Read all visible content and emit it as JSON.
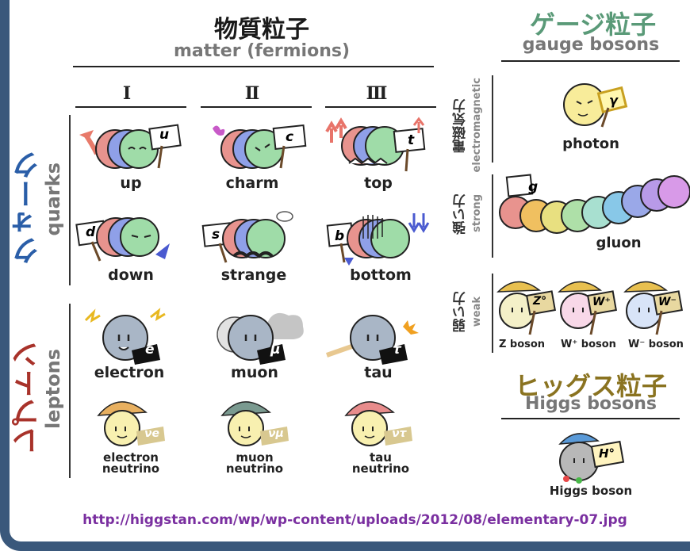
{
  "matter": {
    "title_jp": "物質粒子",
    "title_en": "matter (fermions)"
  },
  "gauge": {
    "title_jp": "ゲージ粒子",
    "title_en": "gauge bosons"
  },
  "higgs": {
    "title_jp": "ヒッグス粒子",
    "title_en": "Higgs bosons",
    "particle": "Higgs boson",
    "symbol": "H°"
  },
  "generations": [
    "Ⅰ",
    "Ⅱ",
    "Ⅲ"
  ],
  "quarks": {
    "label_jp": "クォーク",
    "label_en": "quarks",
    "items": [
      {
        "name": "up",
        "symbol": "u"
      },
      {
        "name": "charm",
        "symbol": "c"
      },
      {
        "name": "top",
        "symbol": "t"
      },
      {
        "name": "down",
        "symbol": "d"
      },
      {
        "name": "strange",
        "symbol": "s"
      },
      {
        "name": "bottom",
        "symbol": "b"
      }
    ]
  },
  "leptons": {
    "label_jp": "レプトン",
    "label_en": "leptons",
    "items": [
      {
        "name": "electron",
        "symbol": "e"
      },
      {
        "name": "muon",
        "symbol": "μ"
      },
      {
        "name": "tau",
        "symbol": "τ"
      }
    ],
    "neutrinos": [
      {
        "line1": "electron",
        "line2": "neutrino",
        "symbol": "νe"
      },
      {
        "line1": "muon",
        "line2": "neutrino",
        "symbol": "νμ"
      },
      {
        "line1": "tau",
        "line2": "neutrino",
        "symbol": "ντ"
      }
    ]
  },
  "forces": {
    "em": {
      "jp": "電磁気力",
      "en": "electromagnetic",
      "particle": "photon",
      "symbol": "γ"
    },
    "strong": {
      "jp": "強い力",
      "en": "strong",
      "particle": "gluon",
      "symbol": "g"
    },
    "weak": {
      "jp": "弱い力",
      "en": "weak",
      "bosons": [
        {
          "name": "Z boson",
          "symbol": "Z°"
        },
        {
          "name": "W⁺ boson",
          "symbol": "W⁺"
        },
        {
          "name": "W⁻ boson",
          "symbol": "W⁻"
        }
      ]
    }
  },
  "source_url": "http://higgstan.com/wp/wp-content/uploads/2012/08/elementary-07.jpg",
  "colors": {
    "frame": "#3a587b",
    "gauge_title": "#5a9a78",
    "higgs_title": "#8a7320",
    "quark_label": "#2a5ea8",
    "lepton_label": "#a8322a",
    "url": "#7a2fa0"
  }
}
